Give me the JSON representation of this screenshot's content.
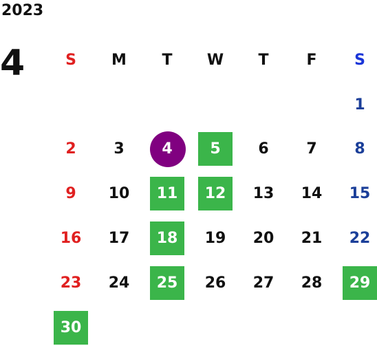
{
  "calendar": {
    "year": "2023",
    "month": "4",
    "weekdays": [
      "S",
      "M",
      "T",
      "W",
      "T",
      "F",
      "S"
    ],
    "colors": {
      "sunday": "#e02020",
      "saturday": "#1b3f99",
      "saturday_header": "#1a35d8",
      "highlight": "#3bb54a",
      "today": "#800080",
      "text": "#111111"
    },
    "weeks": [
      [
        {
          "day": "",
          "kind": "empty"
        },
        {
          "day": "",
          "kind": "empty"
        },
        {
          "day": "",
          "kind": "empty"
        },
        {
          "day": "",
          "kind": "empty"
        },
        {
          "day": "",
          "kind": "empty"
        },
        {
          "day": "",
          "kind": "empty"
        },
        {
          "day": "1",
          "kind": "normal"
        }
      ],
      [
        {
          "day": "2",
          "kind": "normal"
        },
        {
          "day": "3",
          "kind": "normal"
        },
        {
          "day": "4",
          "kind": "today"
        },
        {
          "day": "5",
          "kind": "highlight"
        },
        {
          "day": "6",
          "kind": "normal"
        },
        {
          "day": "7",
          "kind": "normal"
        },
        {
          "day": "8",
          "kind": "normal"
        }
      ],
      [
        {
          "day": "9",
          "kind": "normal"
        },
        {
          "day": "10",
          "kind": "normal"
        },
        {
          "day": "11",
          "kind": "highlight"
        },
        {
          "day": "12",
          "kind": "highlight"
        },
        {
          "day": "13",
          "kind": "normal"
        },
        {
          "day": "14",
          "kind": "normal"
        },
        {
          "day": "15",
          "kind": "normal"
        }
      ],
      [
        {
          "day": "16",
          "kind": "normal"
        },
        {
          "day": "17",
          "kind": "normal"
        },
        {
          "day": "18",
          "kind": "highlight"
        },
        {
          "day": "19",
          "kind": "normal"
        },
        {
          "day": "20",
          "kind": "normal"
        },
        {
          "day": "21",
          "kind": "normal"
        },
        {
          "day": "22",
          "kind": "normal"
        }
      ],
      [
        {
          "day": "23",
          "kind": "normal"
        },
        {
          "day": "24",
          "kind": "normal"
        },
        {
          "day": "25",
          "kind": "highlight"
        },
        {
          "day": "26",
          "kind": "normal"
        },
        {
          "day": "27",
          "kind": "normal"
        },
        {
          "day": "28",
          "kind": "normal"
        },
        {
          "day": "29",
          "kind": "highlight"
        }
      ],
      [
        {
          "day": "30",
          "kind": "highlight"
        },
        {
          "day": "",
          "kind": "empty"
        },
        {
          "day": "",
          "kind": "empty"
        },
        {
          "day": "",
          "kind": "empty"
        },
        {
          "day": "",
          "kind": "empty"
        },
        {
          "day": "",
          "kind": "empty"
        },
        {
          "day": "",
          "kind": "empty"
        }
      ]
    ]
  }
}
